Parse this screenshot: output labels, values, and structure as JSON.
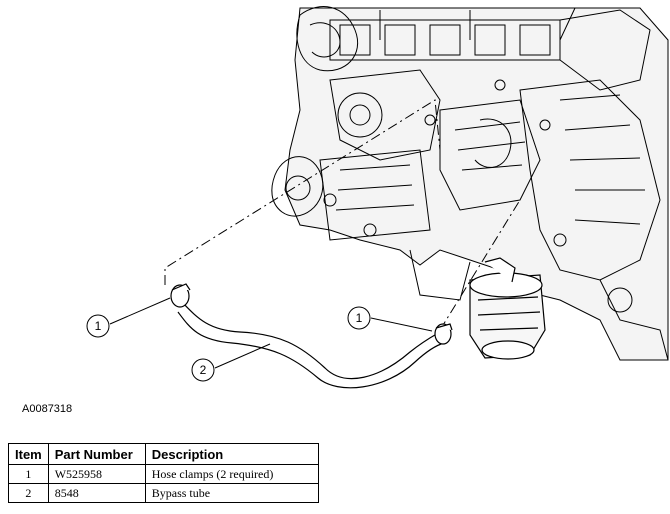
{
  "figure_id": "A0087318",
  "callouts": {
    "hose_clamp_left": "1",
    "hose_clamp_right": "1",
    "bypass_tube": "2"
  },
  "table": {
    "headers": {
      "item": "Item",
      "part_number": "Part Number",
      "description": "Description"
    },
    "rows": [
      {
        "item": "1",
        "part_number": "W525958",
        "description": "Hose clamps (2 required)"
      },
      {
        "item": "2",
        "part_number": "8548",
        "description": "Bypass tube"
      }
    ]
  }
}
